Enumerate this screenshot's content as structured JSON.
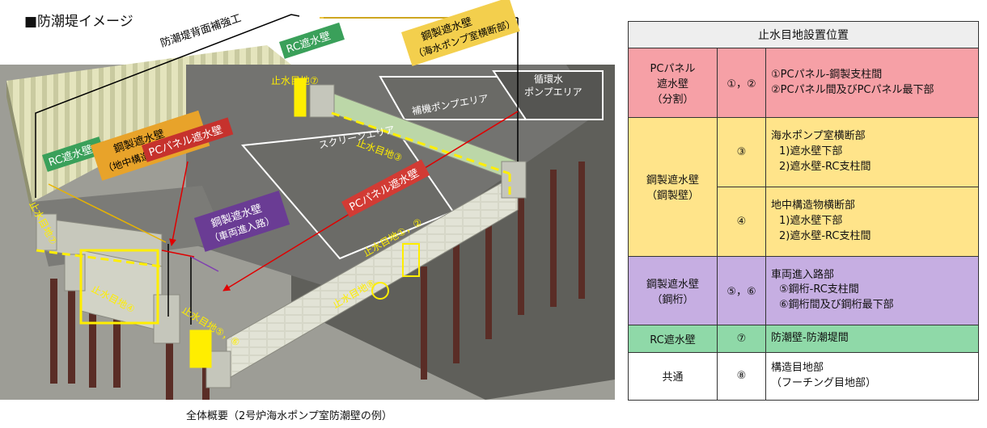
{
  "title": "■防潮堤イメージ",
  "caption": "全体概要（2号炉海水ポンプ室防潮壁の例）",
  "diagram": {
    "callout_top": "防潮堤背面補強工",
    "label_rc_top": "RC遮水壁",
    "label_rc_left": "RC遮水壁",
    "label_steel_pump": "鋼製遮水壁\n（海水ポンプ室横断部）",
    "label_steel_ground": "鋼製遮水壁\n（地中構造物横断部）",
    "label_pc_left": "PCパネル遮水壁",
    "label_pc_center": "PCパネル遮水壁",
    "label_vehicle": "鋼製遮水壁\n（車両進入路）",
    "area_aux": "補機ポンプエリア",
    "area_circ": "循環水\nポンプエリア",
    "area_screen": "スクリーンエリア",
    "j7_top": "止水目地⑦",
    "j7_left": "止水目地⑦",
    "j3": "止水目地③",
    "j4": "止水目地④",
    "j12": "止水目地①，②",
    "j8": "止水目地⑧",
    "j56": "止水目地⑤，⑥"
  },
  "table": {
    "header": "止水目地設置位置",
    "rows": [
      {
        "cat": "PCパネル\n遮水壁\n（分割）",
        "num": "①，②",
        "desc": [
          "①PCパネル‐鋼製支柱間",
          "②PCパネル間及びPCパネル最下部"
        ]
      },
      {
        "cat": "鋼製遮水壁\n（鋼製壁）",
        "num": "③",
        "desc": [
          "海水ポンプ室横断部",
          "1)遮水壁下部",
          "2)遮水壁‐RC支柱間"
        ]
      },
      {
        "cat": "",
        "num": "④",
        "desc": [
          "地中構造物横断部",
          "1)遮水壁下部",
          "2)遮水壁‐RC支柱間"
        ]
      },
      {
        "cat": "鋼製遮水壁\n（鋼桁）",
        "num": "⑤，⑥",
        "desc": [
          "車両進入路部",
          "⑤鋼桁‐RC支柱間",
          "⑥鋼桁間及び鋼桁最下部"
        ]
      },
      {
        "cat": "RC遮水壁",
        "num": "⑦",
        "desc": [
          "防潮壁‐防潮堤間"
        ]
      },
      {
        "cat": "共通",
        "num": "⑧",
        "desc": [
          "構造目地部",
          "（フーチング目地部）"
        ]
      }
    ]
  },
  "colors": {
    "red": "#f6a0a6",
    "yellow": "#ffe48a",
    "purple": "#c6aee2",
    "green": "#8fd9a8",
    "joint": "#ffee00"
  }
}
